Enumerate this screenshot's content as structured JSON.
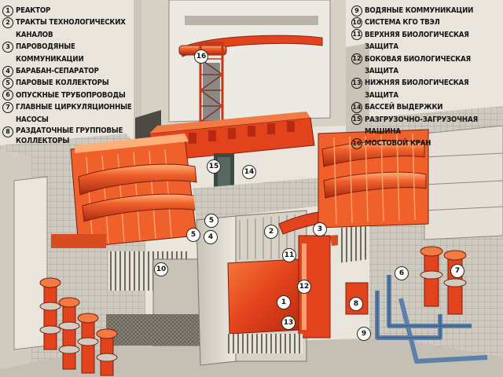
{
  "legend_left": [
    {
      "num": "1",
      "text": "РЕАКТОР"
    },
    {
      "num": "2",
      "text": "ТРАКТЫ ТЕХНОЛОГИЧЕСКИХ КАНАЛОВ"
    },
    {
      "num": "3",
      "text": "ПАРОВОДЯНЫЕ КОММУНИКАЦИИ"
    },
    {
      "num": "4",
      "text": "БАРАБАН-СЕПАРАТОР"
    },
    {
      "num": "5",
      "text": "ПАРОВЫЕ КОЛЛЕКТОРЫ"
    },
    {
      "num": "6",
      "text": "ОПУСКНЫЕ ТРУБОПРОВОДЫ"
    },
    {
      "num": "7",
      "text": "ГЛАВНЫЕ ЦИРКУЛЯЦИОННЫЕ НАСОСЫ"
    },
    {
      "num": "8",
      "text": "РАЗДАТОЧНЫЕ ГРУППОВЫЕ КОЛЛЕКТОРЫ"
    }
  ],
  "legend_right": [
    {
      "num": "9",
      "text": "ВОДЯНЫЕ КОММУНИКАЦИИ"
    },
    {
      "num": "10",
      "text": "СИСТЕМА КГО ТВЭЛ"
    },
    {
      "num": "11",
      "text": "ВЕРХНЯЯ БИОЛОГИЧЕСКАЯ ЗАЩИТА"
    },
    {
      "num": "12",
      "text": "БОКОВАЯ БИОЛОГИЧЕСКАЯ ЗАЩИТА"
    },
    {
      "num": "13",
      "text": "НИЖНЯЯ БИОЛОГИЧЕСКАЯ ЗАЩИТА"
    },
    {
      "num": "14",
      "text": "БАССЕЙ ВЫДЕРЖКИ"
    },
    {
      "num": "15",
      "text": "РАЗГРУЗОЧНО-ЗАГРУЗОЧНАЯ МАШИНА"
    },
    {
      "num": "16",
      "text": "МОСТОВОЙ КРАН"
    }
  ],
  "callouts": [
    {
      "num": "16"
    },
    {
      "num": "15"
    },
    {
      "num": "14"
    },
    {
      "num": "5"
    },
    {
      "num": "5"
    },
    {
      "num": "4"
    },
    {
      "num": "2"
    },
    {
      "num": "3"
    },
    {
      "num": "11"
    },
    {
      "num": "10"
    },
    {
      "num": "12"
    },
    {
      "num": "6"
    },
    {
      "num": "7"
    },
    {
      "num": "1"
    },
    {
      "num": "8"
    },
    {
      "num": "13"
    },
    {
      "num": "9"
    }
  ],
  "colors": {
    "concrete": "#d9d4ca",
    "concrete_shadow": "#a39d92",
    "metal_red": "#e2431c",
    "metal_orange": "#f0602a",
    "pipe_blue": "#5d7faa",
    "text": "#161616"
  }
}
